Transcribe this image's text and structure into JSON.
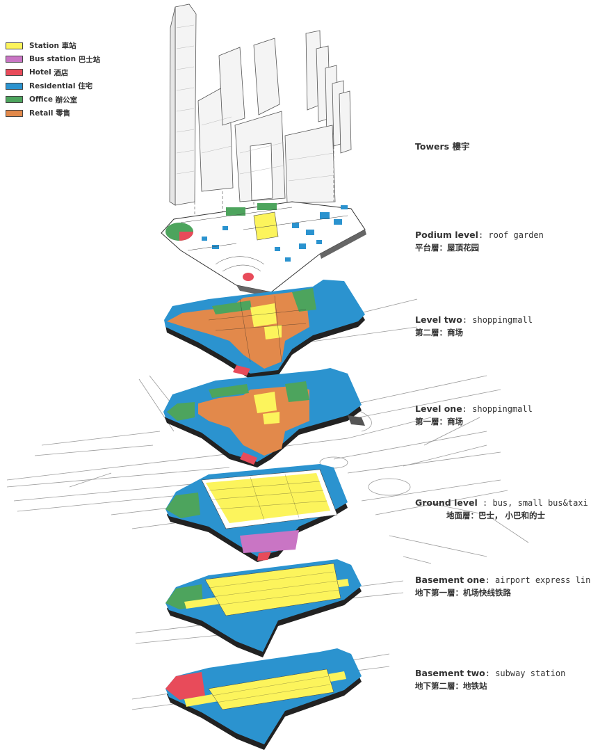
{
  "legend": [
    {
      "name": "Station",
      "zh": "車站",
      "color": "#fcf45c"
    },
    {
      "name": "Bus station",
      "zh": "巴士站",
      "color": "#c975c4"
    },
    {
      "name": "Hotel",
      "zh": "酒店",
      "color": "#e84b5a"
    },
    {
      "name": "Residential",
      "zh": "住宅",
      "color": "#2b93cf"
    },
    {
      "name": "Office",
      "zh": "辦公室",
      "color": "#4da45d"
    },
    {
      "name": "Retail",
      "zh": "零售",
      "color": "#e2894b"
    }
  ],
  "levels": [
    {
      "title": "Towers",
      "title_zh_inline": "樓宇"
    },
    {
      "title": "Podium level",
      "sep": ": ",
      "desc": "roof garden",
      "zh": "平台層：屋頂花园"
    },
    {
      "title": "Level two",
      "sep": ": ",
      "desc": "shoppingmall",
      "zh": "第二層：商场"
    },
    {
      "title": "Level one",
      "sep": ": ",
      "desc": "shoppingmall",
      "zh": "第一層：商场"
    },
    {
      "title": "Ground level",
      "sep": " : ",
      "desc": "bus, small bus&taxi",
      "zh": "地面層：巴士，  小巴和的士"
    },
    {
      "title": "Basement one",
      "sep": ": ",
      "desc": "airport express line",
      "zh": "地下第一層：机场快线铁路"
    },
    {
      "title": "Basement two",
      "sep": ": ",
      "desc": "subway station",
      "zh": "地下第二層：地铁站"
    }
  ]
}
